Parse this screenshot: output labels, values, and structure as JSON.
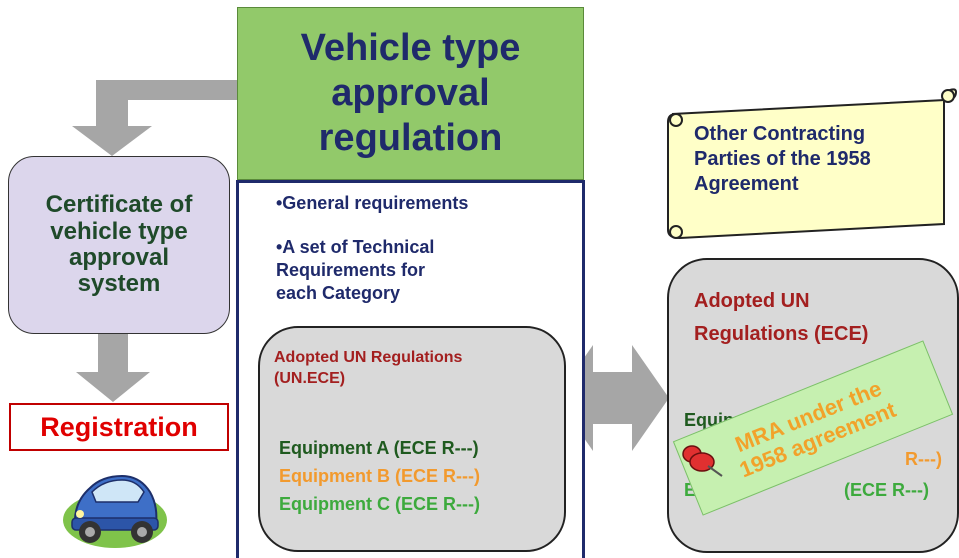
{
  "title": "Vehicle type\napproval\nregulation",
  "main_panel": {
    "bullet1": "•General requirements",
    "bullet2": "•A set of Technical\nRequirements for\neach Category",
    "adopted_label": "Adopted UN  Regulations\n(UN.ECE)",
    "equipment": [
      {
        "text": "Equipment A (ECE R---)",
        "color": "#1F5A1F"
      },
      {
        "text": "Equipment B (ECE R---)",
        "color": "#F29A2E"
      },
      {
        "text": "Equipment C (ECE R---)",
        "color": "#3DAA3D"
      }
    ]
  },
  "certificate": "Certificate of\nvehicle type\napproval\nsystem",
  "registration": "Registration",
  "scroll_text": "Other Contracting\nParties of the 1958\nAgreement",
  "right_panel": {
    "adopted_label": "Adopted UN\nRegulations (ECE)",
    "equipment_partial_a": "Equipme",
    "equipment_partial_b_suffix": "R---)",
    "equipment_partial_c_prefix": "Equ",
    "equipment_partial_c_suffix": "(ECE R---)"
  },
  "mra_note": "MRA under the\n1958 agreement",
  "icons": [
    "car-icon",
    "pin-icon"
  ],
  "colors": {
    "navy": "#1F2A6B",
    "title_bg": "#92C96A",
    "gray_panel": "#D9D9D9",
    "arrow_gray": "#A6A6A6",
    "cert_bg": "#DCD6EC",
    "registration_red": "#E00000",
    "scroll_bg": "#FFFFC8",
    "note_bg": "#C6F0B0"
  }
}
